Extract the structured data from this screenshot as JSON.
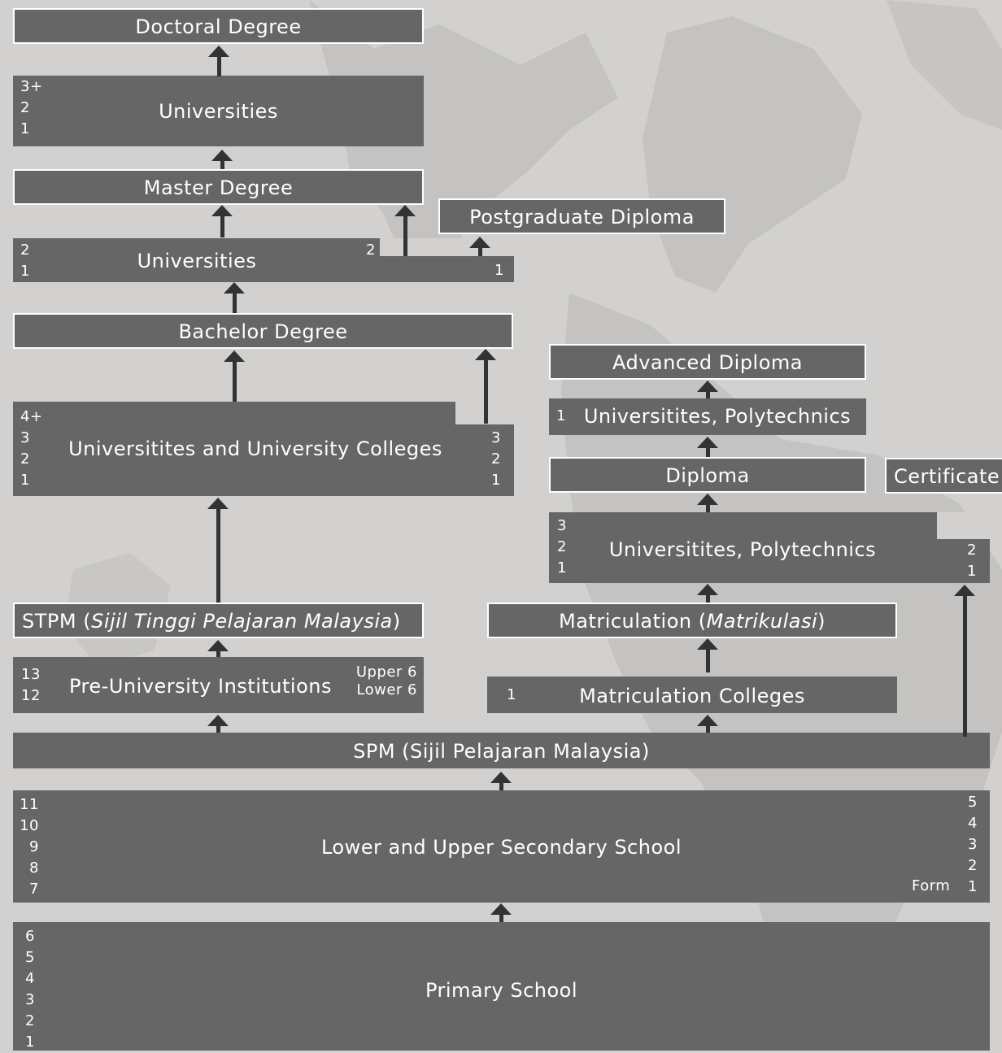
{
  "colors": {
    "box": "#666666",
    "outline": "#ffffff",
    "arrow": "#333333",
    "background": "#d2d1cf"
  },
  "doctoral": {
    "label": "Doctoral Degree"
  },
  "uni_phd": {
    "label": "Universities",
    "years": "3+\n2\n1"
  },
  "master": {
    "label": "Master Degree"
  },
  "postgrad": {
    "label": "Postgraduate Diploma"
  },
  "uni_master": {
    "label": "Universities",
    "years_left": "2\n1",
    "years_mid": "2",
    "years_right": "1"
  },
  "bachelor": {
    "label": "Bachelor Degree"
  },
  "uni_colleges": {
    "label": "Universitites and University Colleges",
    "years_left": "4+\n3\n2\n1",
    "years_right": "3\n2\n1"
  },
  "stpm": {
    "prefix": "STPM (",
    "italic": "Sijil Tinggi Pelajaran Malaysia",
    "suffix": ")"
  },
  "pre_uni": {
    "label": "Pre-University Institutions",
    "years": "13\n12",
    "forms": "Upper 6\nLower 6"
  },
  "adv_diploma": {
    "label": "Advanced Diploma"
  },
  "uni_poly_1": {
    "label": "Universitites, Polytechnics",
    "years": "1"
  },
  "diploma": {
    "label": "Diploma"
  },
  "certificate": {
    "label": "Certificate"
  },
  "uni_poly_3": {
    "label": "Universitites, Polytechnics",
    "years_left": "3\n2\n1",
    "years_right": "2\n1"
  },
  "matriculation": {
    "prefix": "Matriculation (",
    "italic": "Matrikulasi",
    "suffix": ")"
  },
  "matric_colleges": {
    "label": "Matriculation Colleges",
    "years": "1"
  },
  "spm": {
    "label": "SPM (Sijil Pelajaran Malaysia)"
  },
  "secondary": {
    "label": "Lower and Upper Secondary School",
    "years_left": "11\n10\n9\n8\n7",
    "forms": "5\n4\n3\n2\n1",
    "form_label": "Form"
  },
  "primary": {
    "label": "Primary School",
    "years": "6\n5\n4\n3\n2\n1"
  }
}
